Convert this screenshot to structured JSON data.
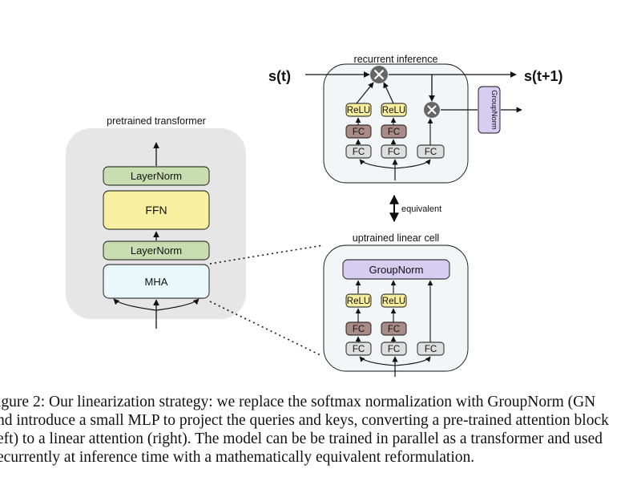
{
  "left_panel": {
    "title": "pretrained transformer",
    "blocks": {
      "layernorm_top": "LayerNorm",
      "ffn": "FFN",
      "layernorm_bottom": "LayerNorm",
      "mha": "MHA"
    }
  },
  "recurrent_panel": {
    "title": "recurrent inference",
    "input": "s(t)",
    "output": "s(t+1)",
    "relu": "ReLU",
    "fc": "FC",
    "groupnorm": "GroupNorm"
  },
  "equivalence_label": "equivalent",
  "linear_cell_panel": {
    "title": "uptrained linear cell",
    "groupnorm": "GroupNorm",
    "relu": "ReLU",
    "fc": "FC"
  },
  "caption_lines": [
    "igure 2: Our linearization strategy: we replace the softmax normalization with GroupNorm (GN",
    "nd introduce a small MLP to project the queries and keys, converting a pre-trained attention block",
    "eft) to a linear attention (right). The model can be be trained in parallel as a transformer and used",
    "ecurrently at inference time with a mathematically equivalent reformulation."
  ],
  "colors": {
    "panel_gray": "#e6e6e6",
    "panel_cell": "#f3f6f7",
    "layernorm": "#c9deb0",
    "ffn": "#f8f0a0",
    "mha": "#e9f8fa",
    "relu": "#f7ee9e",
    "fc_dark": "#a98b88",
    "fc_light": "#dedede",
    "groupnorm": "#d6cdf0",
    "mult_node": "#666666"
  }
}
